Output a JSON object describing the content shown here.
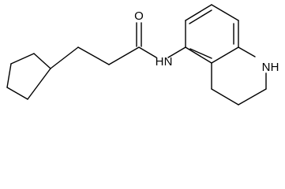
{
  "molecule": {
    "atom_labels": {
      "carbonyl_oxygen": "O",
      "amide_nitrogen": "N",
      "amide_hydrogen": "H",
      "ring_nitrogen": "N",
      "ring_hydrogen": "H"
    },
    "colors": {
      "bond": "#000000",
      "label": "#000000",
      "background": "#ffffff"
    }
  }
}
